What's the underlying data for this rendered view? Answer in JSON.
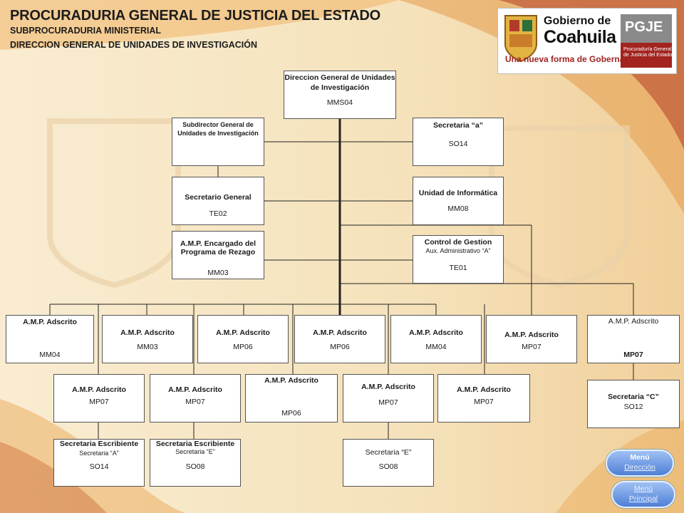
{
  "header": {
    "title": "PROCURADURIA GENERAL DE JUSTICIA DEL ESTADO",
    "subtitle1": "SUBPROCURADURIA MINISTERIAL",
    "subtitle2": "DIRECCION GENERAL DE UNIDADES DE INVESTIGACIÓN"
  },
  "logo": {
    "line1": "Gobierno de",
    "line2": "Coahuila",
    "tagline": "Una nueva forma de Gobernar",
    "pgje": "PGJE",
    "pgje_sub1": "Procuraduría General",
    "pgje_sub2": "de Justicia del Estado",
    "brand_red": "#c0392b"
  },
  "nodes": {
    "dir": {
      "l1": "Direccion General de Unidades",
      "l2": "de Investigación",
      "l3": "MMS04"
    },
    "subdir": {
      "l1": "Subdirector General de",
      "l2": "Unidades de Investigación"
    },
    "secA": {
      "l1": "Secretaria “a”",
      "l2": "SO14"
    },
    "secgen": {
      "l1": "Secretario General",
      "l2": "TE02"
    },
    "info": {
      "l1": "Unidad de Informática",
      "l2": "MM08"
    },
    "amp_rez": {
      "l1": "A.M.P. Encargado del",
      "l2": "Programa de Rezago",
      "l3": "MM03"
    },
    "control": {
      "l1": "Control de Gestion",
      "l2": "Aux. Administrativo “A”",
      "l3": "TE01"
    },
    "r1": [
      {
        "l1": "A.M.P. Adscrito",
        "l2": "MM04"
      },
      {
        "l1": "A.M.P. Adscrito",
        "l2": "MM03"
      },
      {
        "l1": "A.M.P. Adscrito",
        "l2": "MP06"
      },
      {
        "l1": "A.M.P. Adscrito",
        "l2": "MP06"
      },
      {
        "l1": "A.M.P. Adscrito",
        "l2": "MM04"
      },
      {
        "l1": "A.M.P. Adscrito",
        "l2": "MP07"
      },
      {
        "l1": "A.M.P. Adscrito",
        "l2": "MP07"
      }
    ],
    "r2": [
      {
        "l1": "A.M.P. Adscrito",
        "l2": "MP07"
      },
      {
        "l1": "A.M.P. Adscrito",
        "l2": "MP07"
      },
      {
        "l1": "A.M.P. Adscrito",
        "l2": "MP06"
      },
      {
        "l1": "A.M.P. Adscrito",
        "l2": "MP07"
      },
      {
        "l1": "A.M.P. Adscrito",
        "l2": "MP07"
      },
      {
        "l1": "Secretaria “C”",
        "l2": "SO12"
      }
    ],
    "r3": [
      {
        "l1": "Secretaria Escribiente",
        "l2": "Secretaria “A”",
        "l3": "SO14"
      },
      {
        "l1": "Secretaria Escribiente",
        "l2": "Secretaria “E”",
        "l3": "SO08"
      },
      {
        "l1": "Secretaria “E”",
        "l2": "SO08"
      }
    ]
  },
  "buttons": {
    "menu_dir": {
      "t": "Menú",
      "l": "Dirección"
    },
    "menu_pri": {
      "t": "Menú",
      "l": "Principal"
    }
  },
  "colors": {
    "line": "#222222",
    "button": "#5a86d8"
  }
}
